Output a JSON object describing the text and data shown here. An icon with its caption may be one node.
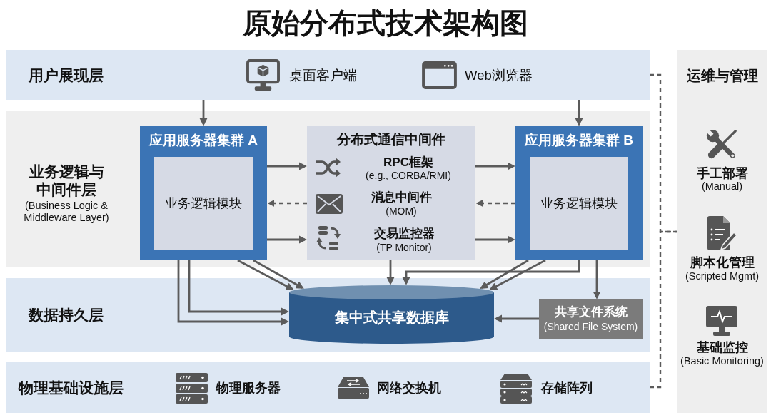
{
  "diagram": {
    "title": "原始分布式技术架构图",
    "nodes": [
      {
        "text": [
          "用户展现层",
          "桌面客户端",
          "Web浏览器"
        ]
      },
      {
        "text": [
          "业务逻辑与中间件层",
          "(Business Logic & Middleware Layer)"
        ]
      },
      {
        "text": [
          "应用服务器集群 A"
        ],
        "in": 1
      },
      {
        "text": [
          "业务逻辑模块"
        ],
        "in": 2
      },
      {
        "text": [
          "分布式通信中间件",
          "RPC框架",
          "(e.g., CORBA/RMI)",
          "消息中间件",
          "(MOM)",
          "交易监控器",
          "(TP Monitor)"
        ],
        "in": 1
      },
      {
        "text": [
          "应用服务器集群 B"
        ],
        "in": 1
      },
      {
        "text": [
          "业务逻辑模块"
        ],
        "in": 5
      },
      {
        "text": [
          "数据持久层"
        ]
      },
      {
        "text": [
          "集中式共享数据库"
        ],
        "in": 7
      },
      {
        "text": [
          "共享文件系统",
          "(Shared File System)"
        ],
        "in": 7
      },
      {
        "text": [
          "物理基础设施层",
          "物理服务器",
          "网络交换机",
          "存储阵列"
        ]
      },
      {
        "text": [
          "运维与管理",
          "手工部署",
          "(Manual)",
          "脚本化管理",
          "(Scripted Mgmt)",
          "基础监控",
          "(Basic Monitoring)"
        ]
      }
    ],
    "edges": [
      {
        "from": 0,
        "to": 2,
        "arrow": "to"
      },
      {
        "from": 0,
        "to": 5,
        "arrow": "to"
      },
      {
        "from": 2,
        "to": 4,
        "arrow": "to"
      },
      {
        "from": 4,
        "to": 2,
        "arrow": "to",
        "style": "dashed"
      },
      {
        "from": 2,
        "to": 4,
        "arrow": "to"
      },
      {
        "from": 4,
        "to": 5,
        "arrow": "to"
      },
      {
        "from": 5,
        "to": 4,
        "arrow": "to",
        "style": "dashed"
      },
      {
        "from": 4,
        "to": 5,
        "arrow": "to"
      },
      {
        "from": 2,
        "to": 8,
        "arrow": "to"
      },
      {
        "from": 2,
        "to": 8,
        "arrow": "to"
      },
      {
        "from": 2,
        "to": 8,
        "arrow": "to"
      },
      {
        "from": 2,
        "to": 8,
        "arrow": "to"
      },
      {
        "from": 5,
        "to": 8,
        "arrow": "to"
      },
      {
        "from": 5,
        "to": 8,
        "arrow": "to"
      },
      {
        "from": 5,
        "to": 8,
        "arrow": "to"
      },
      {
        "from": 4,
        "to": 8,
        "arrow": "to"
      },
      {
        "from": 5,
        "to": 9,
        "arrow": "to"
      },
      {
        "from": 9,
        "to": 8,
        "arrow": "to"
      },
      {
        "from": 0,
        "to": 11,
        "arrow": "none",
        "style": "dashed"
      },
      {
        "from": 10,
        "to": 11,
        "arrow": "none",
        "style": "dashed"
      }
    ]
  }
}
